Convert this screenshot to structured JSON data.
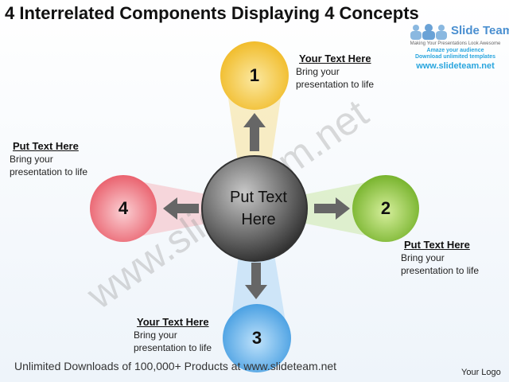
{
  "title": "4 Interrelated Components Displaying 4 Concepts",
  "logo": {
    "brand": "Slide Team",
    "tagline": "Making Your Presentations Look Awesome",
    "line1": "Amaze your audience",
    "line2": "Download unlimited templates",
    "url": "www.slideteam.net"
  },
  "watermark": "www.slideteam.net",
  "center": {
    "label": "Put Text Here"
  },
  "nodes": [
    {
      "number": "1",
      "color": "#f5c842",
      "heading": "Your Text Here",
      "body": "Bring your presentation to life"
    },
    {
      "number": "2",
      "color": "#86c440",
      "heading": "Put Text Here",
      "body": "Bring your presentation to life"
    },
    {
      "number": "3",
      "color": "#5aaee8",
      "heading": "Your Text Here",
      "body": "Bring your presentation to life"
    },
    {
      "number": "4",
      "color": "#ef7c84",
      "heading": "Put Text Here",
      "body": "Bring your presentation to life"
    }
  ],
  "footer": "Unlimited Downloads of 100,000+ Products at www.slideteam.net",
  "your_logo": "Your Logo"
}
